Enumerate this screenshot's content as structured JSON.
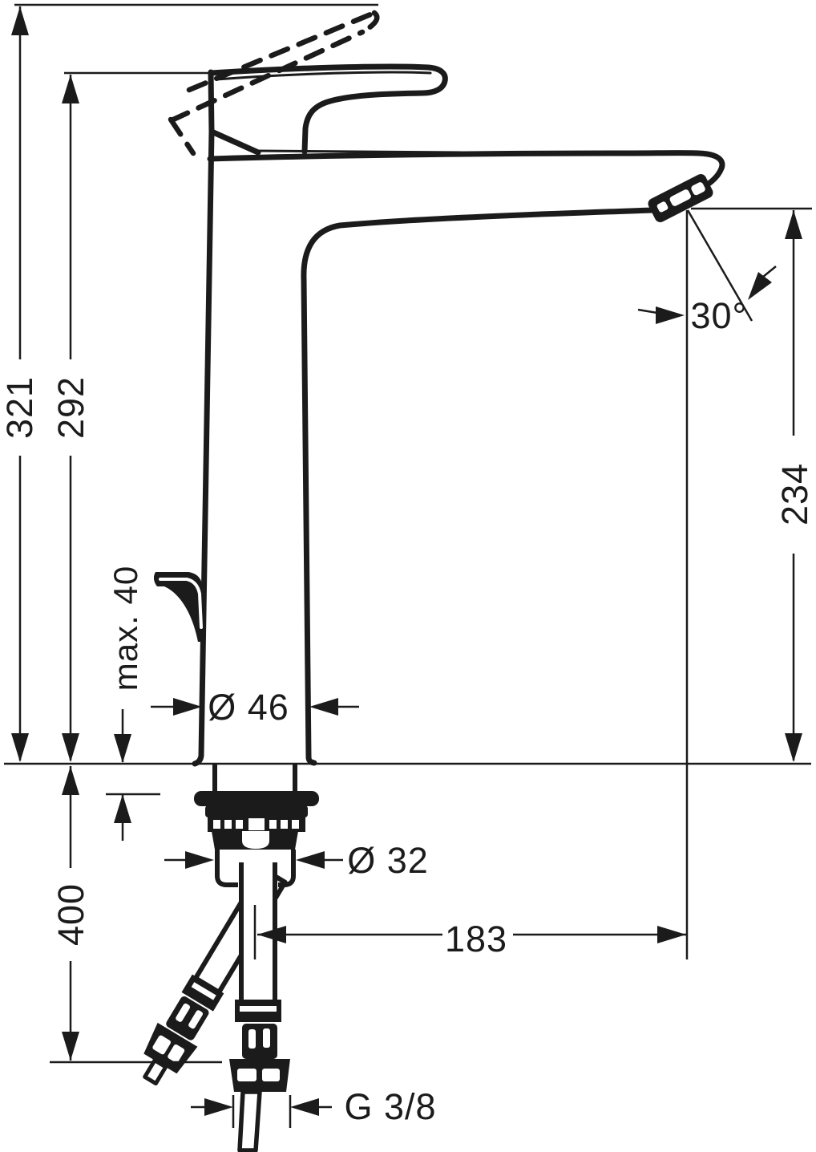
{
  "drawing": {
    "labels": {
      "total_height": "321",
      "body_height": "292",
      "outlet_height": "234",
      "angle": "30°",
      "max_thickness": "max. 40",
      "base_diameter": "Ø 46",
      "shank_diameter": "Ø 32",
      "hose_length": "400",
      "reach": "183",
      "thread": "G 3/8"
    },
    "colors": {
      "line": "#1b1b1b",
      "background": "#ffffff"
    }
  }
}
